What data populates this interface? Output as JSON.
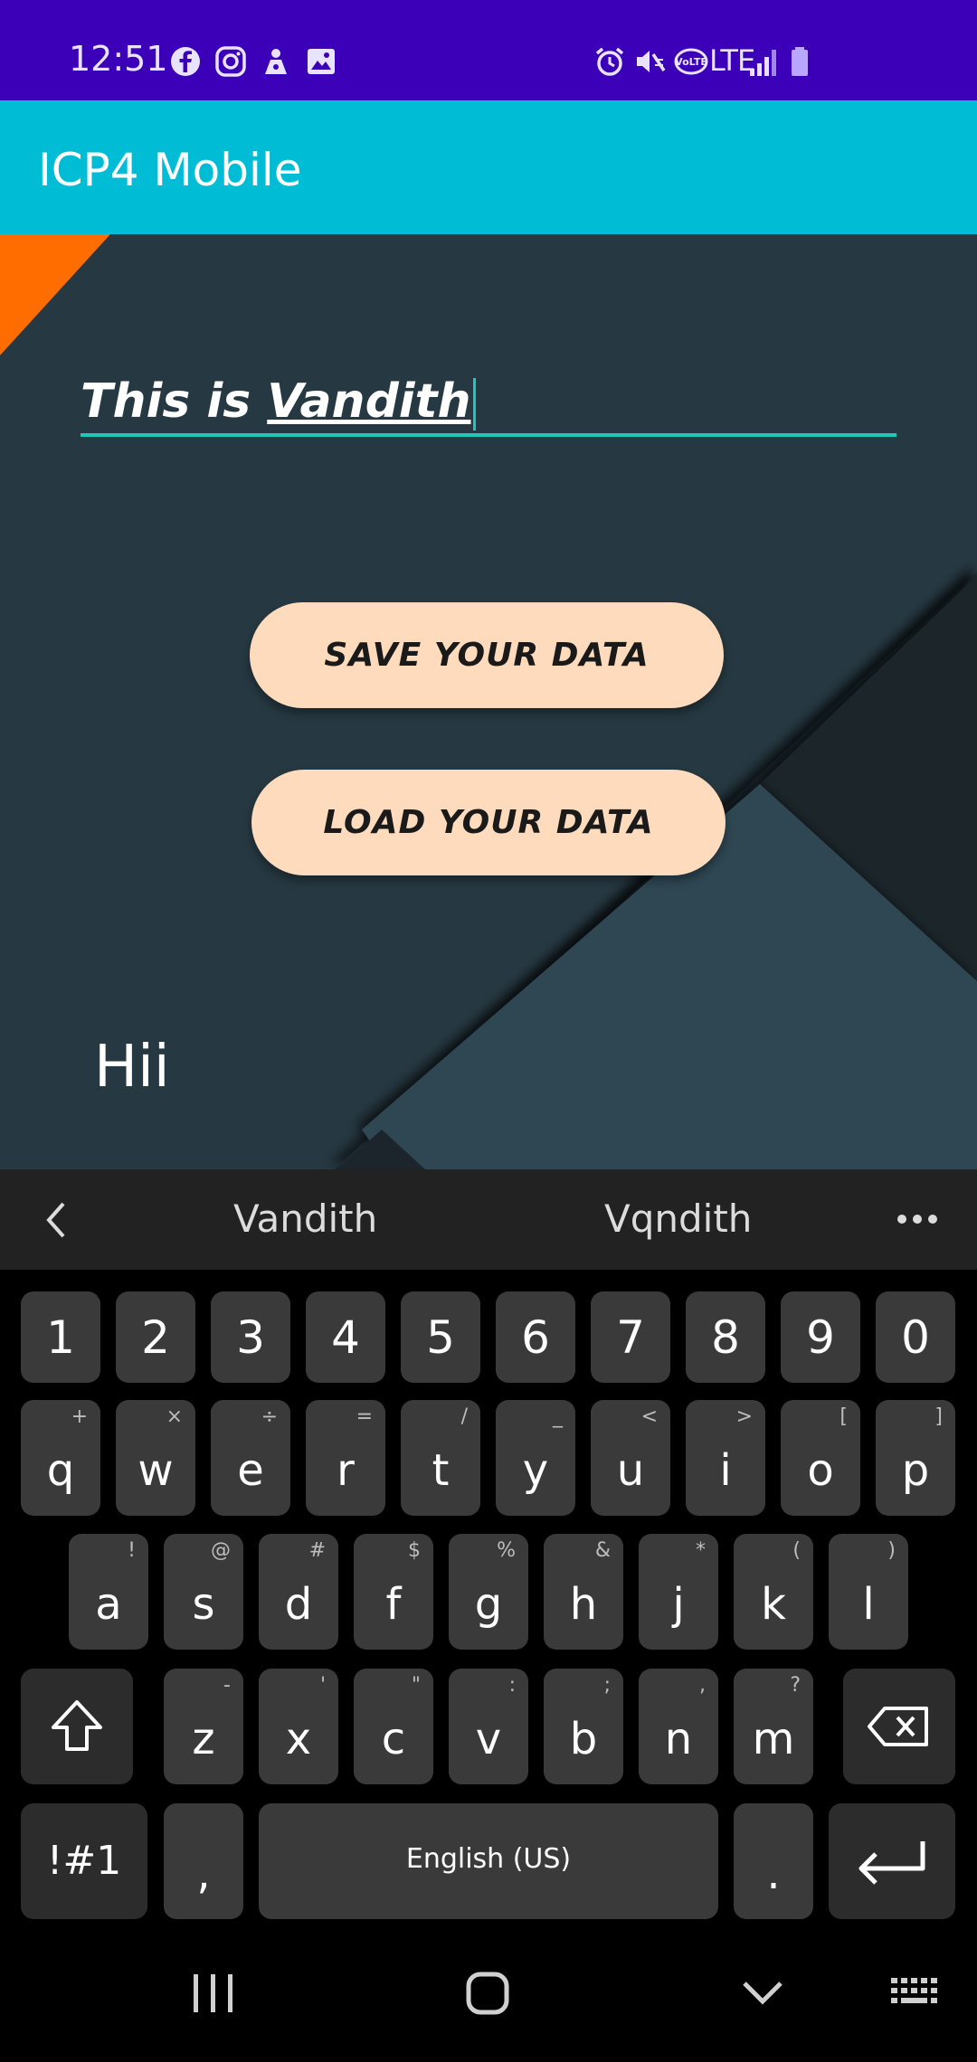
{
  "status_bar": {
    "time": "12:51",
    "left_icons": [
      "facebook-icon",
      "instagram-icon",
      "app-icon",
      "gallery-icon"
    ],
    "right_icons": [
      "alarm-icon",
      "mute-icon",
      "volte-icon",
      "lte-icon",
      "signal-icon",
      "battery-icon"
    ],
    "network": "LTE"
  },
  "app_bar": {
    "title": "ICP4 Mobile"
  },
  "form": {
    "input_value_prefix": "This is ",
    "input_value_underlined": "Vandith",
    "save_button": "SAVE YOUR DATA",
    "load_button": "LOAD YOUR DATA",
    "output_text": "Hii"
  },
  "suggestions": {
    "items": [
      "Vandith",
      "Vqndith"
    ]
  },
  "keyboard": {
    "numbers": [
      "1",
      "2",
      "3",
      "4",
      "5",
      "6",
      "7",
      "8",
      "9",
      "0"
    ],
    "row1": [
      {
        "k": "q",
        "h": "+"
      },
      {
        "k": "w",
        "h": "×"
      },
      {
        "k": "e",
        "h": "÷"
      },
      {
        "k": "r",
        "h": "="
      },
      {
        "k": "t",
        "h": "/"
      },
      {
        "k": "y",
        "h": "_"
      },
      {
        "k": "u",
        "h": "<"
      },
      {
        "k": "i",
        "h": ">"
      },
      {
        "k": "o",
        "h": "["
      },
      {
        "k": "p",
        "h": "]"
      }
    ],
    "row2": [
      {
        "k": "a",
        "h": "!"
      },
      {
        "k": "s",
        "h": "@"
      },
      {
        "k": "d",
        "h": "#"
      },
      {
        "k": "f",
        "h": "$"
      },
      {
        "k": "g",
        "h": "%"
      },
      {
        "k": "h",
        "h": "&"
      },
      {
        "k": "j",
        "h": "*"
      },
      {
        "k": "k",
        "h": "("
      },
      {
        "k": "l",
        "h": ")"
      }
    ],
    "row3": [
      {
        "k": "z",
        "h": "-"
      },
      {
        "k": "x",
        "h": "'"
      },
      {
        "k": "c",
        "h": "\""
      },
      {
        "k": "v",
        "h": ":"
      },
      {
        "k": "b",
        "h": ";"
      },
      {
        "k": "n",
        "h": ","
      },
      {
        "k": "m",
        "h": "?"
      }
    ],
    "symbols_key": "!#1",
    "comma_key": ",",
    "space_label": "English (US)",
    "period_key": "."
  },
  "colors": {
    "status_bar": "#3b00b8",
    "app_bar": "#00bcd4",
    "content_bg": "#263841",
    "accent": "#1dc9bd",
    "button_bg": "#ffdbbd",
    "orange": "#ff6d00"
  }
}
